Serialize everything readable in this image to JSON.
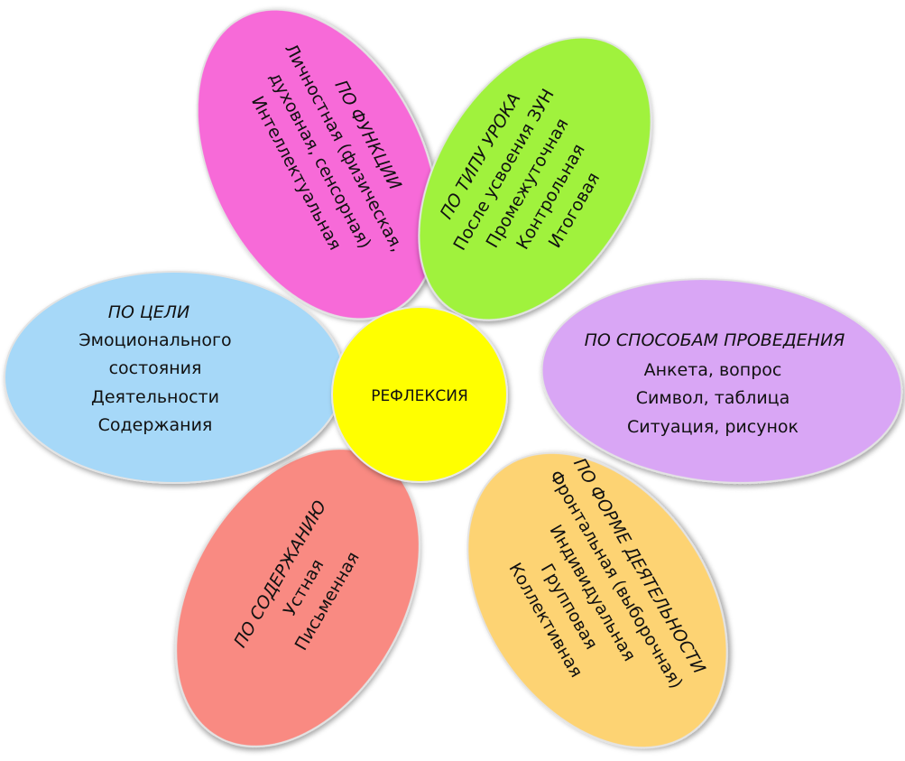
{
  "center": {
    "label": "РЕФЛЕКСИЯ",
    "color": "#ffff00"
  },
  "petals": [
    {
      "id": "function",
      "color": "#f76bd8",
      "title": "ПО ФУНКЦИИ",
      "lines": [
        "Личностная (физическая,",
        "духовная, сенсорная)",
        "Интеллектуальная"
      ]
    },
    {
      "id": "lesson-type",
      "color": "#a0f23c",
      "title": "ПО ТИПУ УРОКА",
      "lines": [
        "После  усвоения ЗУН",
        "Промежуточная",
        "Контрольная",
        "Итоговая"
      ]
    },
    {
      "id": "method",
      "color": "#d9a6f5",
      "title": "ПО СПОСОБАМ ПРОВЕДЕНИЯ",
      "lines": [
        "Анкета, вопрос",
        "Символ, таблица",
        "Ситуация, рисунок"
      ]
    },
    {
      "id": "activity-form",
      "color": "#fdd373",
      "title": "ПО ФОРМЕ ДЕЯТЕЛЬНОСТИ",
      "lines": [
        "Фронтальная (выборочная)",
        "Индивидуальная",
        "Групповая",
        "Коллективная"
      ]
    },
    {
      "id": "content",
      "color": "#f98a82",
      "title": "ПО СОДЕРЖАНИЮ",
      "lines": [
        "Устная",
        "Письменная"
      ]
    },
    {
      "id": "goal",
      "color": "#a6d8f8",
      "title": "ПО ЦЕЛИ",
      "lines": [
        "Эмоционального",
        "состояния",
        "Деятельности",
        "Содержания"
      ]
    }
  ]
}
